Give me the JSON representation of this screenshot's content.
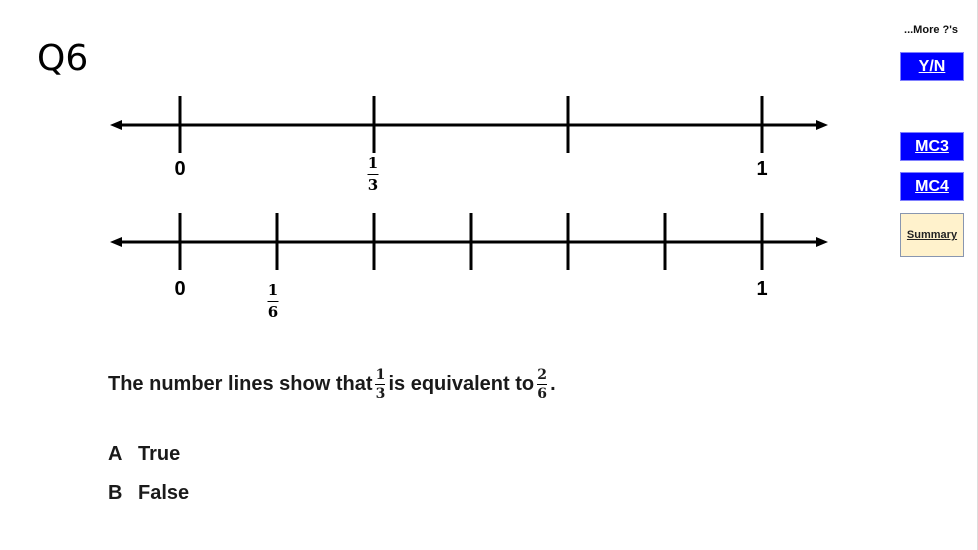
{
  "question_number": "Q6",
  "nav": {
    "more_label": "...More ?'s",
    "buttons": [
      "Y/N",
      "MC3",
      "MC4"
    ],
    "summary_label": "Summary",
    "button_color": "#0000ff",
    "summary_color": "#fff2cc"
  },
  "number_line_1": {
    "divisions": 3,
    "start_label": "0",
    "end_label": "1",
    "fraction": {
      "num": "1",
      "den": "3"
    }
  },
  "number_line_2": {
    "divisions": 6,
    "start_label": "0",
    "end_label": "1",
    "fraction": {
      "num": "1",
      "den": "6"
    }
  },
  "statement": {
    "before": "The number lines show that",
    "frac1": {
      "num": "1",
      "den": "3"
    },
    "middle": "is equivalent to",
    "frac2": {
      "num": "2",
      "den": "6"
    },
    "after": "."
  },
  "options": [
    {
      "letter": "A",
      "text": "True"
    },
    {
      "letter": "B",
      "text": "False"
    }
  ]
}
